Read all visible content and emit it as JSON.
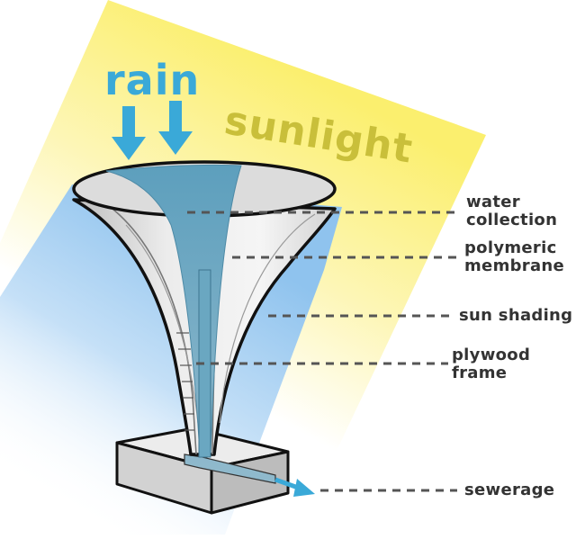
{
  "headings": {
    "rain": "rain",
    "sunlight": "sunlight"
  },
  "labels": {
    "water_collection_line1": "water",
    "water_collection_line2": "collection",
    "polymeric_membrane_line1": "polymeric",
    "polymeric_membrane_line2": "membrane",
    "sun_shading": "sun shading",
    "plywood_frame_line1": "plywood",
    "plywood_frame_line2": "frame",
    "sewerage": "sewerage"
  },
  "colors": {
    "rain": "#3aa9d8",
    "sunlight": "#c9bf3a",
    "sun_band": "#fbf07a",
    "shade": "#9dc9ef",
    "water": "#5fa0bc",
    "outline": "#111111",
    "label": "#333333"
  }
}
